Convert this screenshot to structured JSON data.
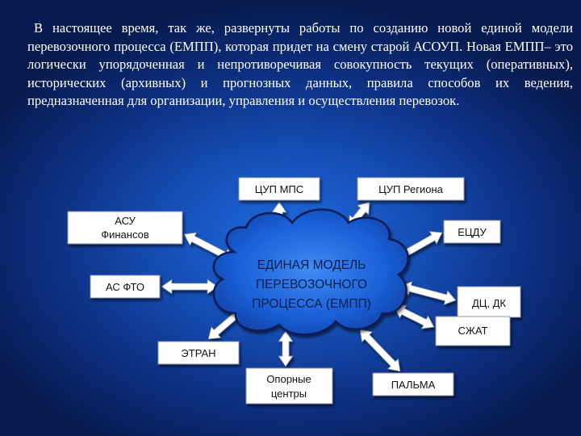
{
  "intro_text": "В настоящее время, так же, развернуты работы по созданию новой единой модели перевозочного процесса (ЕМПП), которая придет на смену старой АСОУП. Новая ЕМПП– это логически упорядоченная и непротиворечивая совокупность текущих (оперативных), исторических (архивных) и прогнозных данных, правила способов их ведения, предназначенная для организации, управления и осуществления перевозок.",
  "center": {
    "line1": "ЕДИНАЯ МОДЕЛЬ",
    "line2": "ПЕРЕВОЗОЧНОГО",
    "line3": "ПРОЦЕССА (ЕМПП)"
  },
  "nodes": {
    "cup_mps": "ЦУП МПС",
    "cup_region": "ЦУП Региона",
    "asu_line1": "АСУ",
    "asu_line2": "Финансов",
    "ecdu": "ЕЦДУ",
    "as_fto": "АС ФТО",
    "dc_dk": "ДЦ, ДК",
    "szhat": "СЖАТ",
    "etran": "ЭТРАН",
    "opornye_line1": "Опорные",
    "opornye_line2": "центры",
    "palma": "ПАЛЬМА"
  },
  "colors": {
    "background_center": "#1f6ae0",
    "background_edge": "#071a4d",
    "cloud_fill": "#1a5fd6",
    "cloud_inner": "#3d86f0",
    "box_fill": "#ffffff",
    "arrow_fill": "#ffffff"
  }
}
